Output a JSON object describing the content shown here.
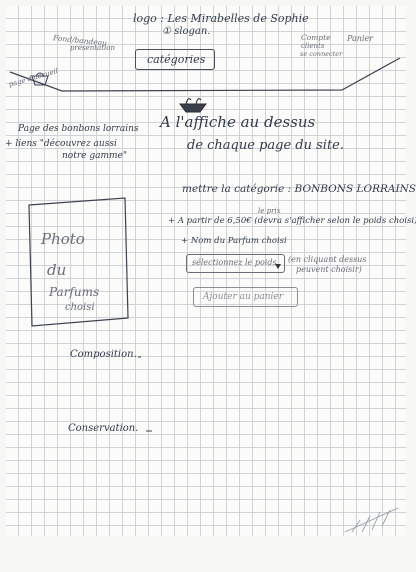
{
  "header": {
    "logo_line": "logo : Les Mirabelles de Sophie",
    "slogan_line": "① slogan.",
    "left_note": "Fond/bandeau",
    "left_note_sub": "présentation",
    "right_account": "Compte",
    "right_account_sub1": "clients",
    "right_account_sub2": "se connecter",
    "right_basket": "Panier",
    "categories_button": "catégories",
    "home_link": "page d'accueil"
  },
  "banner_note": {
    "line1": "A l'affiche au dessus",
    "line2": "de chaque page du site."
  },
  "left_block": {
    "line1": "Page des bonbons lorrains",
    "line2": "+ liens \"découvrez aussi",
    "line3": "notre gamme\""
  },
  "photo_box": {
    "line1": "Photo",
    "line2": "du",
    "line3": "Parfums",
    "line4": "choisi"
  },
  "product": {
    "category_line": "mettre la catégorie : BONBONS LORRAINS.",
    "price_note": "le prix",
    "price_line": "+ A partir de 6,50€ (devra s'afficher selon le poids choisi)",
    "name_line": "+ Nom du Parfum choisi",
    "select_label": "sélectionnez le poids",
    "select_note1": "(en cliquant dessus",
    "select_note2": "peuvent choisir)",
    "add_button": "Ajouter au panier"
  },
  "sections": {
    "composition": "Composition.",
    "conservation": "Conservation."
  },
  "icons": {
    "basket": "basket-icon",
    "banner": "banner-icon",
    "dropdown": "chevron-down-icon"
  }
}
